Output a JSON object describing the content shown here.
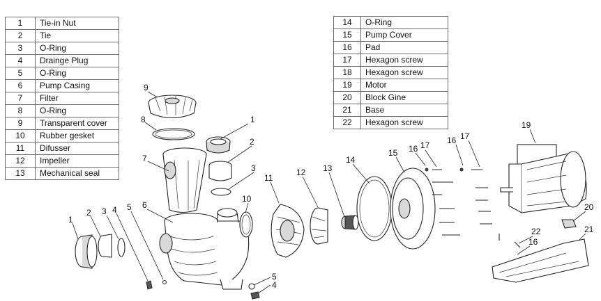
{
  "parts_table_left": [
    {
      "no": "1",
      "name": "Tie-in Nut"
    },
    {
      "no": "2",
      "name": "Tie"
    },
    {
      "no": "3",
      "name": "O-Ring"
    },
    {
      "no": "4",
      "name": "Drainge Plug"
    },
    {
      "no": "5",
      "name": "O-Ring"
    },
    {
      "no": "6",
      "name": "Pump Casing"
    },
    {
      "no": "7",
      "name": "Filter"
    },
    {
      "no": "8",
      "name": "O-Ring"
    },
    {
      "no": "9",
      "name": "Transparent cover"
    },
    {
      "no": "10",
      "name": "Rubber gesket"
    },
    {
      "no": "11",
      "name": "Difusser"
    },
    {
      "no": "12",
      "name": "Impeller"
    },
    {
      "no": "13",
      "name": "Mechanical seal"
    }
  ],
  "parts_table_right": [
    {
      "no": "14",
      "name": "O-Ring"
    },
    {
      "no": "15",
      "name": "Pump Cover"
    },
    {
      "no": "16",
      "name": "Pad"
    },
    {
      "no": "17",
      "name": "Hexagon screw"
    },
    {
      "no": "18",
      "name": "Hexagon screw"
    },
    {
      "no": "19",
      "name": "Motor"
    },
    {
      "no": "20",
      "name": "Block Gine"
    },
    {
      "no": "21",
      "name": "Base"
    },
    {
      "no": "22",
      "name": "Hexagon screw"
    }
  ],
  "callouts": {
    "c9": "9",
    "c8": "8",
    "c1a": "1",
    "c2a": "2",
    "c3a": "3",
    "c7": "7",
    "c1": "1",
    "c2": "2",
    "c3": "3",
    "c4": "4",
    "c5": "5",
    "c6": "6",
    "c10": "10",
    "c11": "11",
    "c12": "12",
    "c13": "13",
    "c14": "14",
    "c15": "15",
    "c16a": "16",
    "c17a": "17",
    "c16b": "16",
    "c17b": "17",
    "c19": "19",
    "c20": "20",
    "c21": "21",
    "c22": "22",
    "c16c": "16",
    "c5b": "5",
    "c4b": "4"
  }
}
